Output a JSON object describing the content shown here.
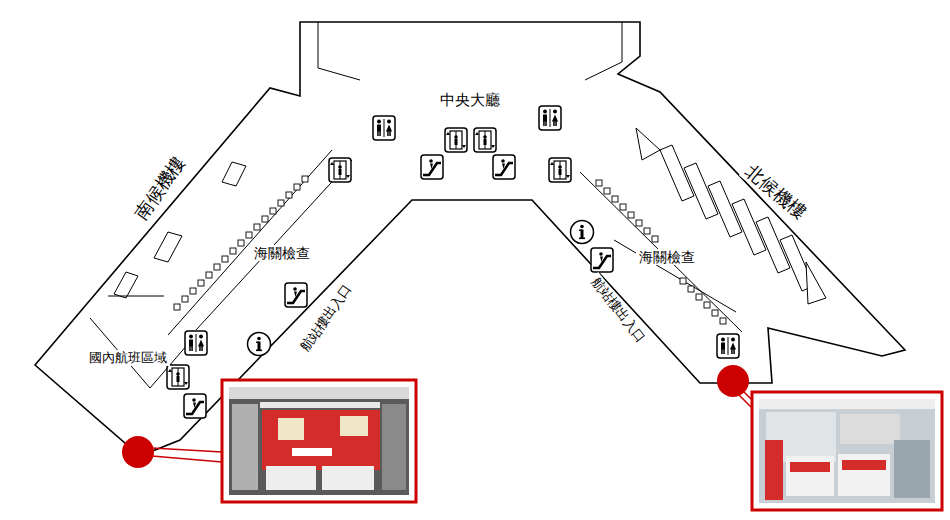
{
  "diagram": {
    "labels": [
      "中央大廳",
      "南候機樓",
      "北候機樓",
      "海關檢查",
      "海關檢查",
      "航站樓出入口",
      "航站樓出入口",
      "國內航班區域"
    ]
  }
}
